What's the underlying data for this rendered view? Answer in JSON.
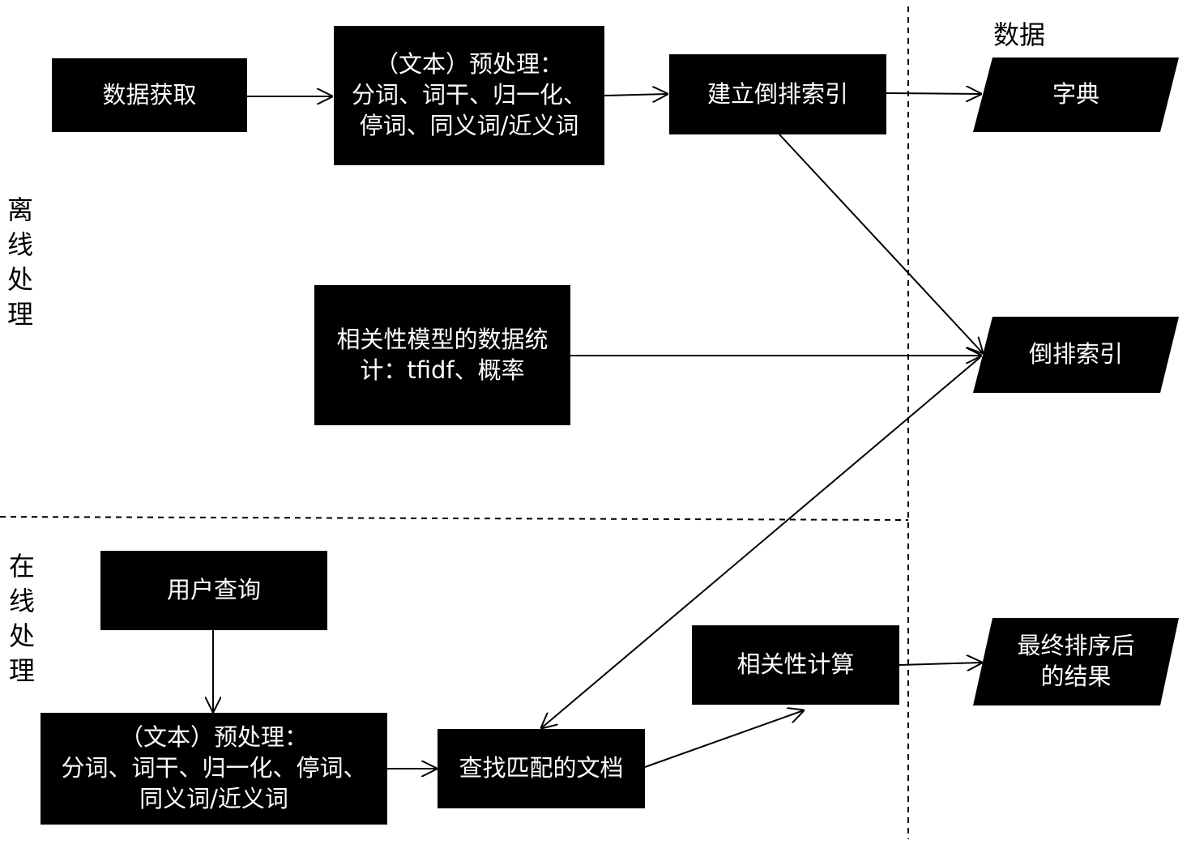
{
  "sections": {
    "offline": "离线处理",
    "online": "在线处理",
    "data": "数据"
  },
  "offline": {
    "acquire": "数据获取",
    "preprocess": "（文本）预处理：\n分词、词干、归一化、\n停词、同义词/近义词",
    "build_index": "建立倒排索引",
    "stats": "相关性模型的数据统\n计：tfidf、概率"
  },
  "data": {
    "dictionary": "字典",
    "inverted_index": "倒排索引",
    "final_result": "最终排序后\n的结果"
  },
  "online": {
    "user_query": "用户查询",
    "preprocess": "（文本）预处理：\n分词、词干、归一化、停词、\n同义词/近义词",
    "find_docs": "查找匹配的文档",
    "relevance": "相关性计算"
  }
}
